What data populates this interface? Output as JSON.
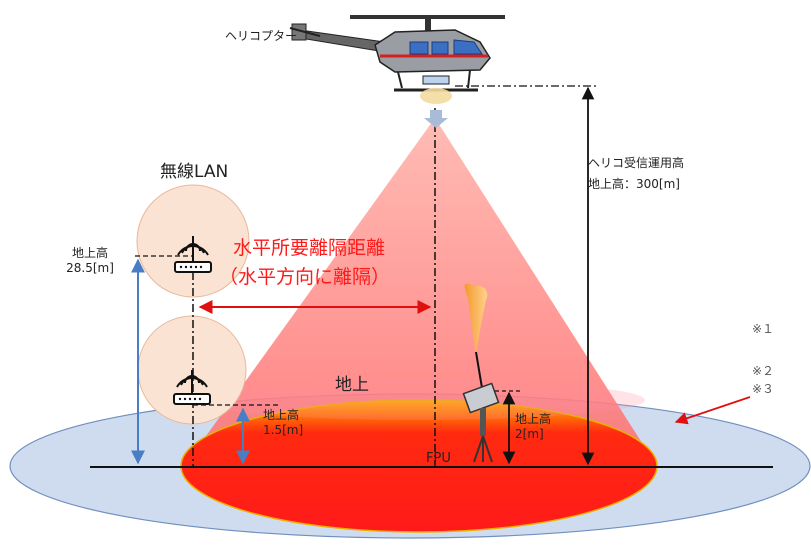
{
  "labels": {
    "helicopter": "ヘリコプター",
    "wireless_lan": "無線LAN",
    "heli_operating_height": "ヘリコ受信運用高",
    "heli_altitude": "地上高：300[m]",
    "ap_upper_height_title": "地上高",
    "ap_upper_height_value": "28.5[m]",
    "horizontal_distance_line1": "水平所要離隔距離",
    "horizontal_distance_line2": "（水平方向に離隔）",
    "ground": "地上",
    "ap_lower_height_title": "地上高",
    "ap_lower_height_value": "1.5[m]",
    "fpu_height_title": "地上高",
    "fpu_height_value": "2[m]",
    "fpu": "FPU",
    "note1": "※１",
    "note2": "※２",
    "note3": "※３"
  },
  "colors": {
    "beam": "#ff7a7a",
    "footprint_red": "#ff1a1a",
    "outer_area": "#cfdcf0",
    "ap_circle": "#fbe3d3",
    "arrow_blue": "#4a7ec4",
    "arrow_red": "#e01010",
    "lobe": "#f5a23a"
  }
}
